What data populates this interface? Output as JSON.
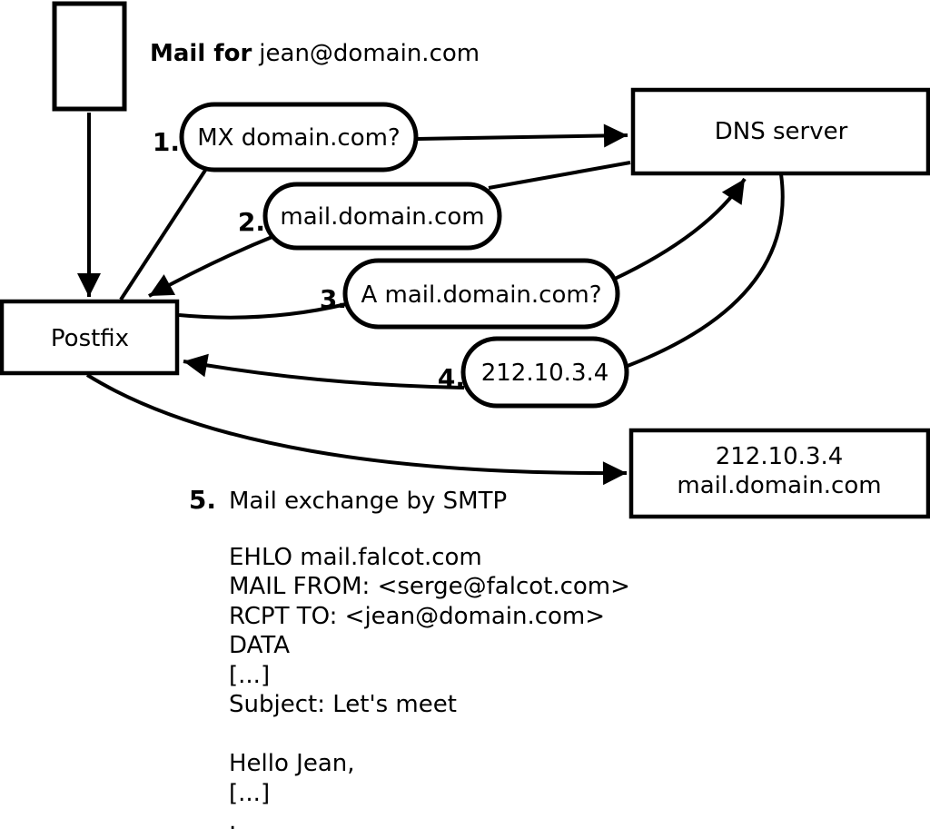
{
  "diagram": {
    "title_label": {
      "bold": "Mail for",
      "rest": "jean@domain.com"
    },
    "nodes": {
      "postfix": {
        "label": "Postfix"
      },
      "dns": {
        "label": "DNS server"
      },
      "mailserver": {
        "line1": "212.10.3.4",
        "line2": "mail.domain.com"
      }
    },
    "steps": [
      {
        "num": "1.",
        "label": "MX domain.com?"
      },
      {
        "num": "2.",
        "label": "mail.domain.com"
      },
      {
        "num": "3.",
        "label": "A mail.domain.com?"
      },
      {
        "num": "4.",
        "label": "212.10.3.4"
      },
      {
        "num": "5.",
        "label": "Mail exchange by SMTP"
      }
    ],
    "smtp": {
      "lines": [
        "EHLO mail.falcot.com",
        "MAIL FROM: <serge@falcot.com>",
        "RCPT TO: <jean@domain.com>",
        "DATA",
        "[...]",
        "Subject: Let's meet",
        "",
        "Hello Jean,",
        "[...]",
        "."
      ]
    },
    "colors": {
      "stroke": "#000000",
      "background": "#ffffff"
    }
  }
}
